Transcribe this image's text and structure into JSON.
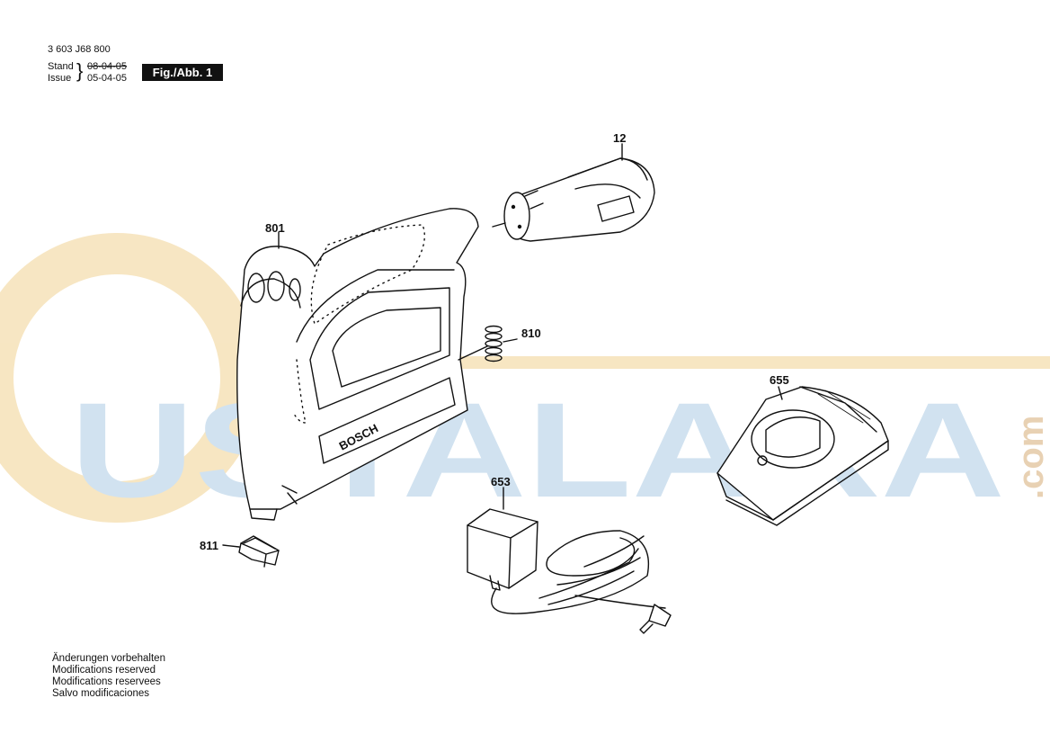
{
  "header": {
    "part_number": "3 603 J68 800",
    "stand_label": "Stand",
    "issue_label": "Issue",
    "old_date": "08-04-05",
    "new_date": "05-04-05",
    "figure_label": "Fig./Abb. 1"
  },
  "parts": [
    {
      "id": "801",
      "name": "housing"
    },
    {
      "id": "12",
      "name": "battery"
    },
    {
      "id": "810",
      "name": "spring"
    },
    {
      "id": "811",
      "name": "cap"
    },
    {
      "id": "653",
      "name": "power-adapter"
    },
    {
      "id": "655",
      "name": "charger"
    }
  ],
  "tool_brand": "BOSCH",
  "watermark": {
    "main": "USTALARA",
    "suffix": ".com"
  },
  "notes": [
    "Änderungen vorbehalten",
    "Modifications reserved",
    "Modifications reservees",
    "Salvo modificaciones"
  ],
  "colors": {
    "line": "#111111",
    "watermark_orange": "#f6e2b8",
    "watermark_blue": "#c9deee"
  }
}
